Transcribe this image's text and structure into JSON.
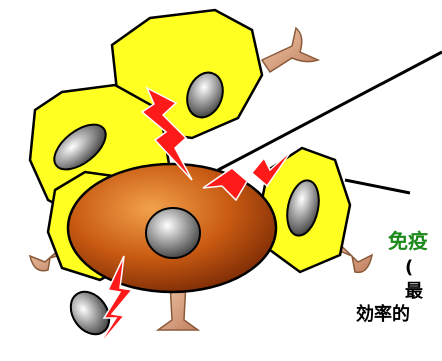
{
  "colors": {
    "accent_text": "#1b8a1b",
    "cell_fill": "#ffff22",
    "cell_outline": "#000000",
    "center_gradient": [
      "#f2a24c",
      "#c85a12",
      "#7a2a05"
    ],
    "nucleus_gradient": [
      "#ffffff",
      "#9a9a9a",
      "#4a4a4a"
    ],
    "lightning": "#ff1a1a",
    "stem": "#d9a27a"
  },
  "icons": [
    "lightning-bolt-icon",
    "cell-icon",
    "nucleus-icon"
  ],
  "labels": {
    "green_fragment": "免疫",
    "line_open_paren": "(",
    "line_max": "最",
    "line_efficient": "効率的"
  }
}
